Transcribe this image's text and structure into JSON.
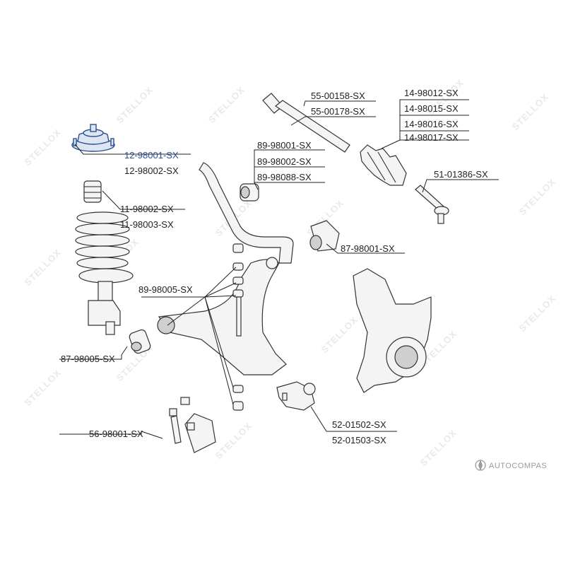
{
  "watermark_text": "STELLOX",
  "brand": {
    "text": "AUTOCOMPAS"
  },
  "colors": {
    "highlight": "#2b4f8c",
    "line": "#222222",
    "watermark": "#e9e9e9"
  },
  "labels": {
    "strut_mount_1": "12-98001-SX",
    "strut_mount_2": "12-98002-SX",
    "bump_stop_1": "11-98002-SX",
    "bump_stop_2": "11-98003-SX",
    "arm_bushing_rear": "87-98005-SX",
    "stab_link": "56-98001-SX",
    "tie_rod_1": "55-00158-SX",
    "tie_rod_2": "55-00178-SX",
    "boot_1": "14-98012-SX",
    "boot_2": "14-98015-SX",
    "boot_3": "14-98016-SX",
    "boot_4": "14-98017-SX",
    "stab_bushing_1": "89-98001-SX",
    "stab_bushing_2": "89-98002-SX",
    "stab_bushing_3": "89-98088-SX",
    "tie_rod_end": "51-01386-SX",
    "arm_bushing_front": "87-98001-SX",
    "stab_bolt_bushing": "89-98005-SX",
    "ball_joint_1": "52-01502-SX",
    "ball_joint_2": "52-01503-SX"
  }
}
